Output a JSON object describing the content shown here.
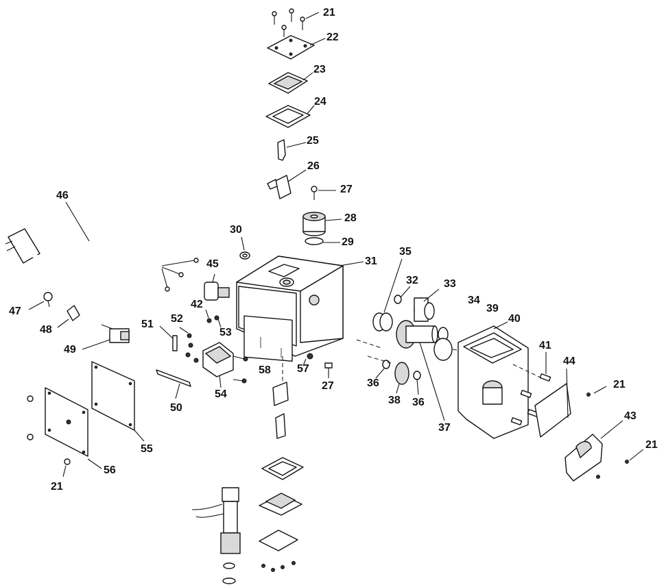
{
  "diagram": {
    "type": "exploded parts diagram",
    "callouts": [
      {
        "id": "c21a",
        "text": "21"
      },
      {
        "id": "c22",
        "text": "22"
      },
      {
        "id": "c23",
        "text": "23"
      },
      {
        "id": "c24",
        "text": "24"
      },
      {
        "id": "c25",
        "text": "25"
      },
      {
        "id": "c26",
        "text": "26"
      },
      {
        "id": "c27a",
        "text": "27"
      },
      {
        "id": "c28",
        "text": "28"
      },
      {
        "id": "c29",
        "text": "29"
      },
      {
        "id": "c30",
        "text": "30"
      },
      {
        "id": "c31",
        "text": "31"
      },
      {
        "id": "c46",
        "text": "46"
      },
      {
        "id": "c45",
        "text": "45"
      },
      {
        "id": "c42",
        "text": "42"
      },
      {
        "id": "c53",
        "text": "53"
      },
      {
        "id": "c47",
        "text": "47"
      },
      {
        "id": "c48",
        "text": "48"
      },
      {
        "id": "c49",
        "text": "49"
      },
      {
        "id": "c51",
        "text": "51"
      },
      {
        "id": "c52",
        "text": "52"
      },
      {
        "id": "c58",
        "text": "58"
      },
      {
        "id": "c54",
        "text": "54"
      },
      {
        "id": "c50",
        "text": "50"
      },
      {
        "id": "c57",
        "text": "57"
      },
      {
        "id": "c27b",
        "text": "27"
      },
      {
        "id": "c55",
        "text": "55"
      },
      {
        "id": "c56",
        "text": "56"
      },
      {
        "id": "c21b",
        "text": "21"
      },
      {
        "id": "c35",
        "text": "35"
      },
      {
        "id": "c32",
        "text": "32"
      },
      {
        "id": "c33",
        "text": "33"
      },
      {
        "id": "c34",
        "text": "34"
      },
      {
        "id": "c39",
        "text": "39"
      },
      {
        "id": "c40",
        "text": "40"
      },
      {
        "id": "c36a",
        "text": "36"
      },
      {
        "id": "c38",
        "text": "38"
      },
      {
        "id": "c36b",
        "text": "36"
      },
      {
        "id": "c37",
        "text": "37"
      },
      {
        "id": "c41",
        "text": "41"
      },
      {
        "id": "c44",
        "text": "44"
      },
      {
        "id": "c21c",
        "text": "21"
      },
      {
        "id": "c43",
        "text": "43"
      },
      {
        "id": "c21d",
        "text": "21"
      }
    ]
  }
}
